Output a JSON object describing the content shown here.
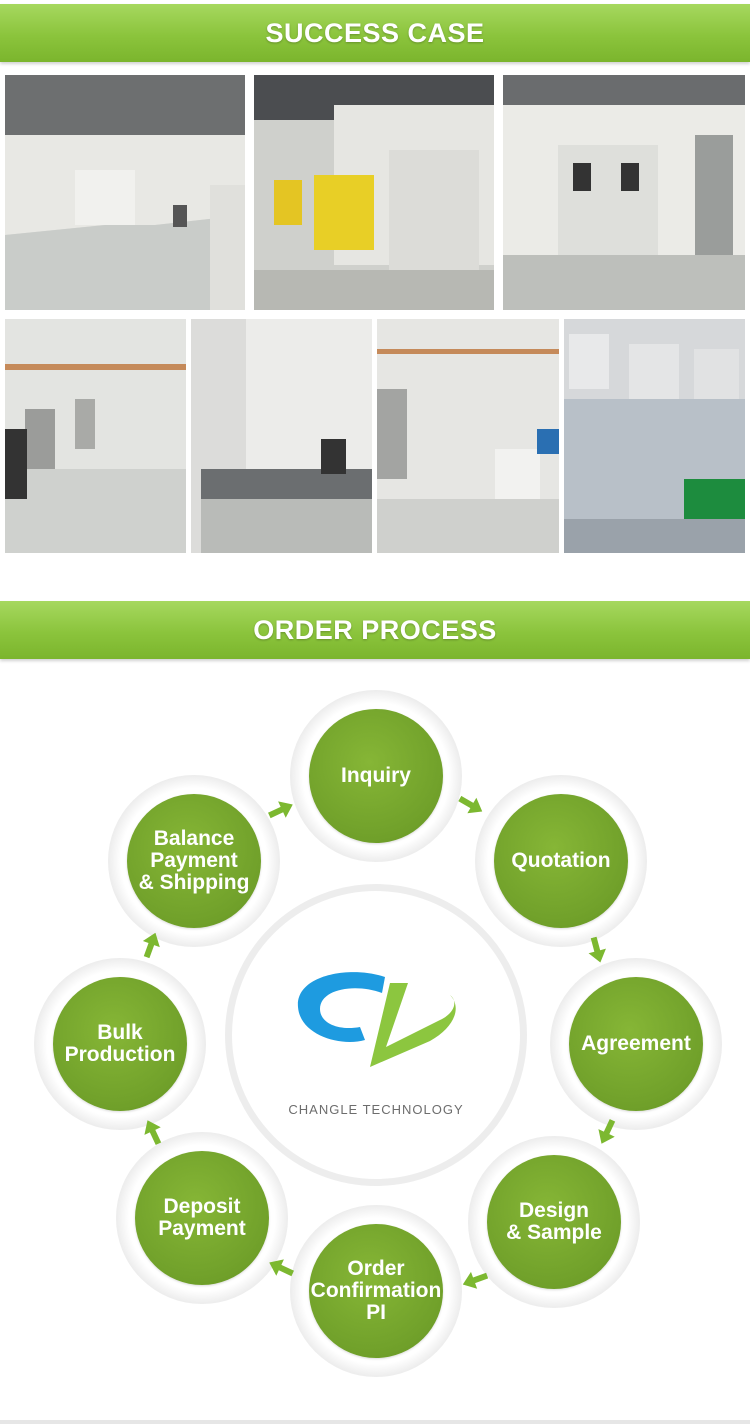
{
  "success_case": {
    "title": "SUCCESS CASE"
  },
  "order_process": {
    "title": "ORDER PROCESS",
    "steps": [
      "Inquiry",
      "Quotation",
      "Agreement",
      "Design\n& Sample",
      "Order\nConfirmation\nPI",
      "Deposit\nPayment",
      "Bulk\nProduction",
      "Balance\nPayment\n& Shipping"
    ]
  },
  "logo": {
    "text": "CHANGLE TECHNOLOGY"
  },
  "colors": {
    "banner_green": "#8bc43c",
    "node_green": "#70a02a",
    "arrow_green": "#7cb830",
    "logo_blue": "#1e9be0",
    "logo_green": "#8cc63f"
  }
}
